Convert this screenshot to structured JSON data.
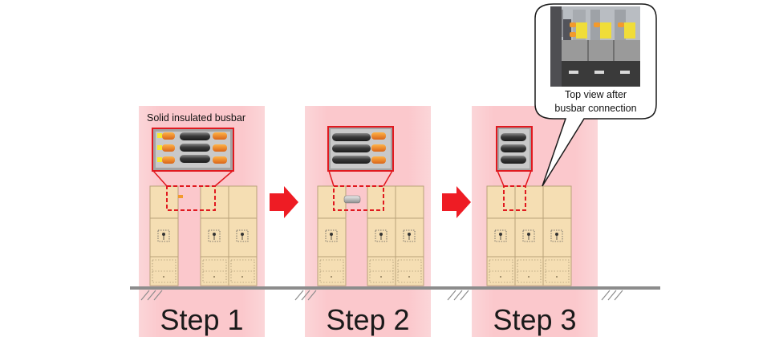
{
  "steps": [
    {
      "label": "Step 1"
    },
    {
      "label": "Step 2"
    },
    {
      "label": "Step 3"
    }
  ],
  "caption_busbar": "Solid insulated busbar",
  "callout": {
    "line1": "Top view after",
    "line2": "busbar connection"
  },
  "colors": {
    "panel_bg": "#f8b4b9",
    "cabinet": "#f5deb3",
    "cabinet_stroke": "#b9a27a",
    "highlight": "#e0191f",
    "arrow": "#ee1c24",
    "floor": "#8c8c8c"
  }
}
